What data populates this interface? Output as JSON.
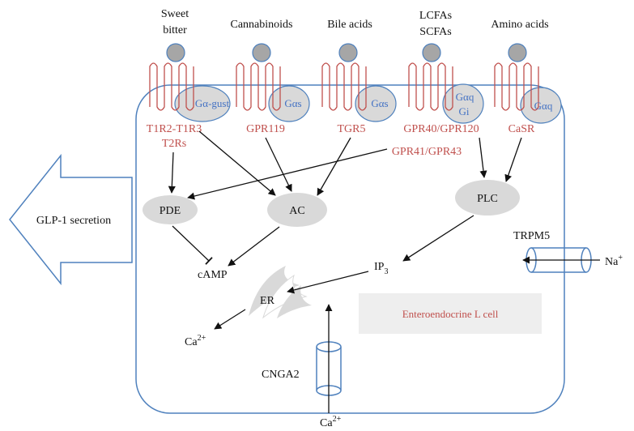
{
  "ligands": [
    "Sweet",
    "bitter",
    "Cannabinoids",
    "Bile acids",
    "LCFAs",
    "SCFAs",
    "Amino acids"
  ],
  "g_proteins": [
    "Gα-gust",
    "Gαs",
    "Gαs",
    "Gαq",
    "Gi",
    "Gαq"
  ],
  "receptors": [
    "T1R2-T1R3",
    "T2Rs",
    "GPR119",
    "TGR5",
    "GPR40/GPR120",
    "CaSR",
    "GPR41/GPR43"
  ],
  "enzymes": {
    "pde": "PDE",
    "ac": "AC",
    "plc": "PLC"
  },
  "messengers": {
    "camp": "cAMP",
    "ip3": "IP",
    "ip3_sub": "3",
    "er": "ER",
    "ca_in": "Ca",
    "ca_in_sup": "2+",
    "ca_out": "Ca",
    "ca_out_sup": "2+",
    "na": "Na",
    "na_sup": "+"
  },
  "channels": {
    "trpm5": "TRPM5",
    "cnga2": "CNGA2"
  },
  "cell_label": "Enteroendocrine L cell",
  "secretion_label": "GLP-1 secretion",
  "colors": {
    "receptor_text": "#c0504d",
    "gprotein_text": "#4472c4",
    "membrane": "#4f81bd",
    "ligand_fill": "#a6a6a6",
    "enzyme_fill": "#d9d9d9",
    "label_box": "#eeeeee"
  }
}
